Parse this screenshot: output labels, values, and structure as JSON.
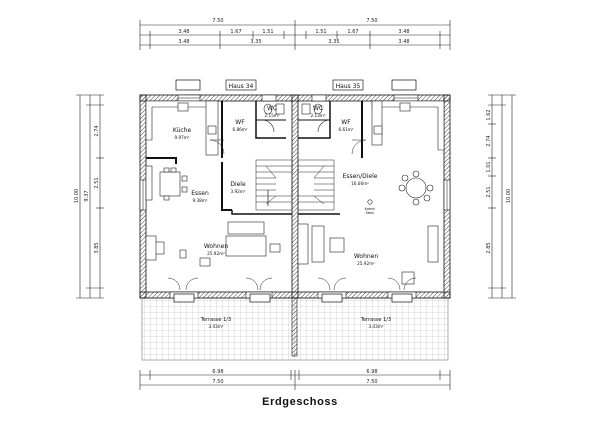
{
  "title": "Erdgeschoss",
  "houses": {
    "left": "Haus 34",
    "right": "Haus 35"
  },
  "dimensions": {
    "top_overall": [
      "7.50",
      "7.50"
    ],
    "top_sub": [
      "3.48",
      "1.67",
      "1.51",
      "1.51",
      "1.67",
      "3.48"
    ],
    "top_sub2": [
      "3.48",
      "3.35",
      "3.35",
      "3.48"
    ],
    "bottom_sub": [
      "6.98",
      "6.98"
    ],
    "bottom_overall": [
      "7.50",
      "7.50"
    ],
    "left_overall": "10.00",
    "left_sub": [
      "9.37"
    ],
    "left_parts": [
      "2.74",
      "2.51",
      "3.85"
    ],
    "right_overall": "10.00",
    "right_parts": [
      "1.62",
      "2.74",
      "1.01",
      "2.51",
      "2.85"
    ]
  },
  "rooms": {
    "kueche": {
      "name": "Küche",
      "area": "9.97m²"
    },
    "wf_left": {
      "name": "WF",
      "area": "6.86m²"
    },
    "wc_left": {
      "name": "WC",
      "area": "2.15m²"
    },
    "wc_right": {
      "name": "WC",
      "area": "2.13m²"
    },
    "wf_right": {
      "name": "WF",
      "area": "6.61m²"
    },
    "essen_left": {
      "name": "Essen",
      "area": "9.38m²"
    },
    "diele_left": {
      "name": "Diele",
      "area": "3.92m²"
    },
    "essen_diele_right": {
      "name": "Essen/Diele",
      "area": "16.66m²"
    },
    "wohnen_left": {
      "name": "Wohnen",
      "area": "25.92m²"
    },
    "wohnen_right": {
      "name": "Wohnen",
      "area": "25.92m²"
    },
    "terrasse_left": {
      "name": "Terrasse 1/3",
      "area": "3.43m²"
    },
    "terrasse_right": {
      "name": "Terrasse 1/3",
      "area": "3.43m²"
    },
    "kamin": {
      "name": "Kamin",
      "area": "Stein"
    }
  },
  "colors": {
    "line": "#222222",
    "hatch": "#9a9a9a",
    "fill": "#ffffff"
  }
}
